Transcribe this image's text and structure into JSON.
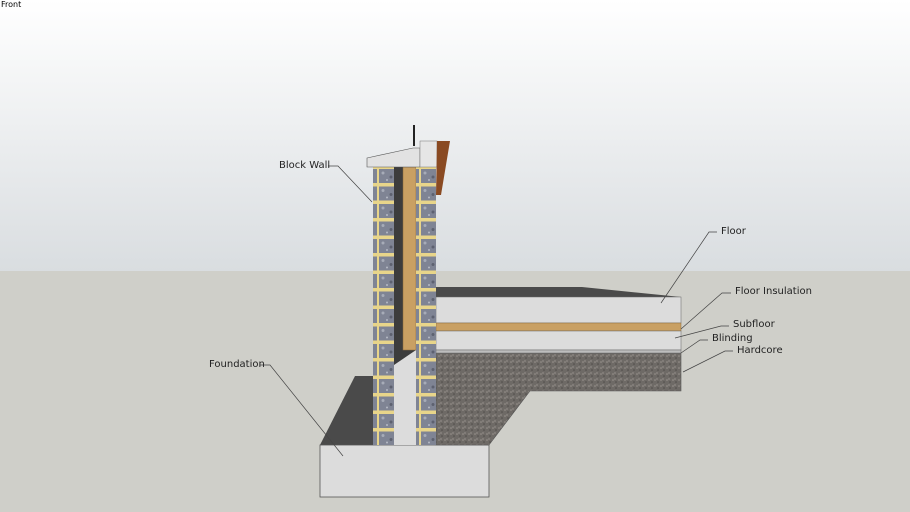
{
  "view_name": "Front",
  "labels": {
    "block_wall": "Block Wall",
    "floor": "Floor",
    "floor_insulation": "Floor Insulation",
    "subfloor": "Subfloor",
    "blinding": "Blinding",
    "hardcore": "Hardcore",
    "foundation": "Foundation"
  },
  "colors": {
    "sky_top": "#ffffff",
    "sky_bottom": "#d9dde0",
    "ground": "#cfcfc9",
    "block": "#7f8494",
    "mortar": "#e8d58a",
    "insulation": "#c9a063",
    "concrete": "#dcdcdc",
    "hardcore": "#6e6a66",
    "fascia": "#8a4a22",
    "shadow": "#4a4a4a"
  }
}
